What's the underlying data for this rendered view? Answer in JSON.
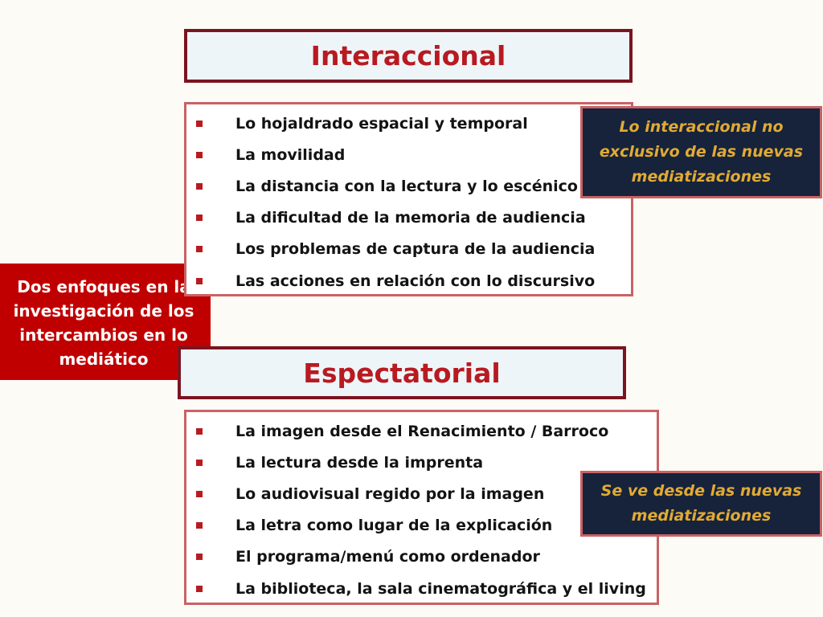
{
  "interaccional": {
    "title": "Interaccional",
    "items": [
      "Lo hojaldrado espacial y temporal",
      "La movilidad",
      "La distancia con la lectura y lo escénico",
      "La dificultad de la memoria de audiencia",
      "Los problemas de captura de la audiencia",
      "Las acciones en relación con lo discursivo"
    ],
    "note_lines": [
      "Lo interaccional no",
      "exclusivo de las nuevas",
      "mediatizaciones"
    ]
  },
  "center": {
    "lines": [
      "Dos enfoques en la",
      "investigación de los",
      "intercambios en lo",
      "mediático"
    ]
  },
  "espectatorial": {
    "title": "Espectatorial",
    "items": [
      "La imagen desde el Renacimiento / Barroco",
      "La lectura desde la imprenta",
      "Lo audiovisual regido por la imagen",
      "La letra como lugar de la explicación",
      "El programa/menú como ordenador",
      "La biblioteca, la sala  cinematográfica y el living"
    ],
    "note_lines": [
      "Se ve desde las nuevas",
      "mediatizaciones"
    ]
  },
  "colors": {
    "title_text": "#b81a20",
    "title_border": "#7a1421",
    "center_box": "#c00000",
    "note_background": "#16233b",
    "note_text": "#e2aa33",
    "bullet": "#b81a20"
  }
}
